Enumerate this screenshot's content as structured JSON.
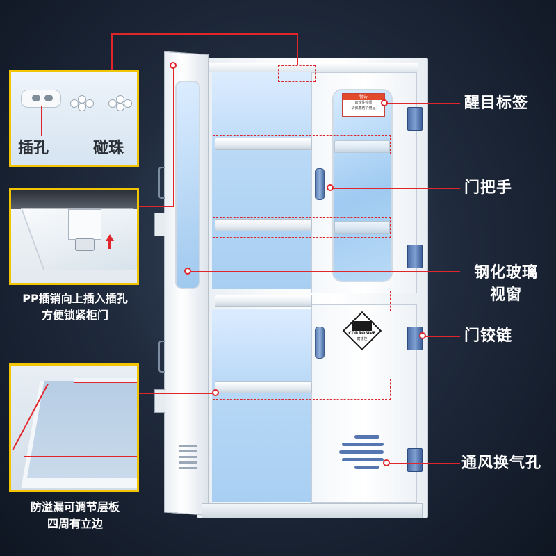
{
  "insets": {
    "latch": {
      "label_left": "插孔",
      "label_right": "碰珠"
    },
    "pin": {
      "caption_line1": "PP插销向上插入插孔",
      "caption_line2": "方便锁紧柜门"
    },
    "tray": {
      "caption_line1": "防溢漏可调节层板",
      "caption_line2": "四周有立边"
    }
  },
  "callouts": {
    "warning_label": "醒目标签",
    "door_handle": "门把手",
    "glass_window_line1": "钢化玻璃",
    "glass_window_line2": "视窗",
    "door_hinge": "门铰链",
    "vent_hole": "通风换气孔"
  },
  "cabinet_labels": {
    "corrosive": "CORROSIVE",
    "corrosive_sub": "腐蚀性",
    "warning_header": "警告",
    "warning_line1": "腐蚀性物质",
    "warning_line2": "请佩戴防护用品"
  },
  "colors": {
    "accent_red": "#e0262b",
    "inset_border": "#f3c400",
    "background": "#1f2a3c",
    "text": "#ffffff"
  }
}
